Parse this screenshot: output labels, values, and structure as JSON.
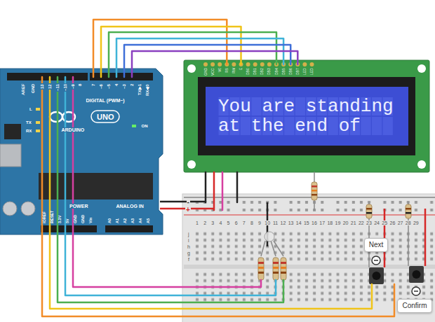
{
  "diagram": {
    "nodes": [
      {
        "text": [
          "You are standing at the end of"
        ]
      },
      {
        "text": [
          "Next"
        ]
      },
      {
        "text": [
          "Confirm"
        ]
      }
    ],
    "labels": [
      "AREF",
      "GND",
      "13",
      "12",
      "~11",
      "~10",
      "~9",
      "8",
      "7",
      "~6",
      "~5",
      "4",
      "~3",
      "2",
      "TX▶1",
      "RX◀0",
      "DIGITAL (PWM~)",
      "L",
      "TX",
      "RX",
      "UNO",
      "ARDUINO",
      "ON",
      "IOREF",
      "RESET",
      "3.3V",
      "5V",
      "GND",
      "GND",
      "Vin",
      "POWER",
      "ANALOG IN",
      "A0",
      "A1",
      "A2",
      "A3",
      "A4",
      "A5",
      "GND",
      "VCC",
      "V0",
      "RS",
      "RW",
      "E",
      "DB0",
      "DB1",
      "DB2",
      "DB3",
      "DB4",
      "DB5",
      "DB6",
      "DB7",
      "LED",
      "LED",
      "1",
      "2",
      "3",
      "4",
      "5",
      "6",
      "7",
      "8",
      "9",
      "10",
      "11",
      "12",
      "13",
      "14",
      "15",
      "16",
      "17",
      "18",
      "19",
      "20",
      "21",
      "22",
      "23",
      "24",
      "25",
      "26",
      "27",
      "28",
      "29",
      "j",
      "i",
      "h",
      "g",
      "f",
      "-",
      "+"
    ]
  }
}
